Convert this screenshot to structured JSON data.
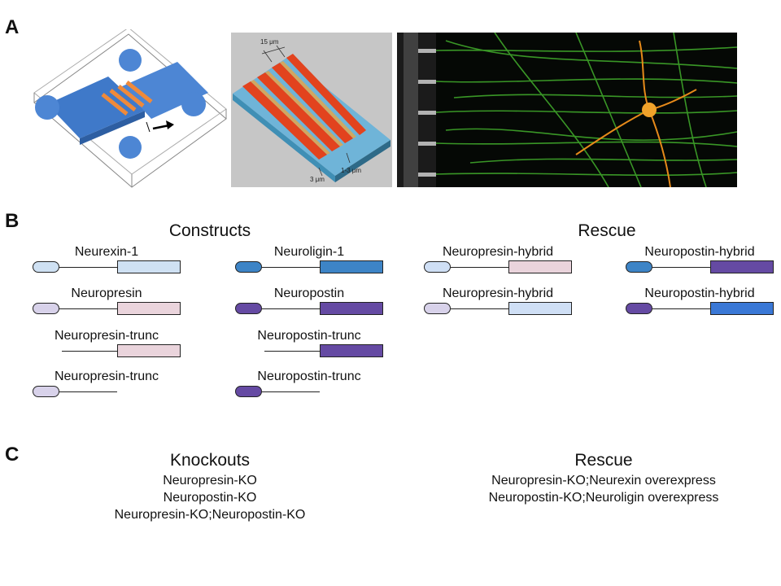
{
  "panels": {
    "a": "A",
    "b": "B",
    "c": "C"
  },
  "panel_a": {
    "scale_label_1": "15 μm",
    "scale_label_2": "3 μm",
    "scale_label_3": "1-3 μm"
  },
  "panel_b": {
    "constructs_title": "Constructs",
    "rescue_title": "Rescue",
    "constructs": [
      {
        "label": "Neurexin-1",
        "pill": "#cfe1f3",
        "box": "#cfe1f3"
      },
      {
        "label": "Neuroligin-1",
        "pill": "#3d84c6",
        "box": "#3d84c6"
      },
      {
        "label": "Neuropresin",
        "pill": "#d8d2ea",
        "box": "#ead4dc"
      },
      {
        "label": "Neuropostin",
        "pill": "#654aa3",
        "box": "#654aa3"
      },
      {
        "label": "Neuropresin-trunc",
        "pill": null,
        "box": "#ead4dc"
      },
      {
        "label": "Neuropostin-trunc",
        "pill": null,
        "box": "#654aa3"
      },
      {
        "label": "Neuropresin-trunc",
        "pill": "#d8d2ea",
        "box": null
      },
      {
        "label": "Neuropostin-trunc",
        "pill": "#654aa3",
        "box": null
      }
    ],
    "rescue": [
      {
        "label": "Neuropresin-hybrid",
        "pill": "#cfdff5",
        "box": "#ead4dc"
      },
      {
        "label": "Neuropostin-hybrid",
        "pill": "#3d84c6",
        "box": "#654aa3"
      },
      {
        "label": "Neuropresin-hybrid",
        "pill": "#d8d2ea",
        "box": "#cfdff5"
      },
      {
        "label": "Neuropostin-hybrid",
        "pill": "#654aa3",
        "box": "#3a78d6"
      }
    ]
  },
  "panel_c": {
    "knockouts_title": "Knockouts",
    "knockouts": [
      "Neuropresin-KO",
      "Neuropostin-KO",
      "Neuropresin-KO;Neuropostin-KO"
    ],
    "rescue_title": "Rescue",
    "rescue": [
      "Neuropresin-KO;Neurexin overexpress",
      "Neuropostin-KO;Neuroligin overexpress"
    ]
  }
}
